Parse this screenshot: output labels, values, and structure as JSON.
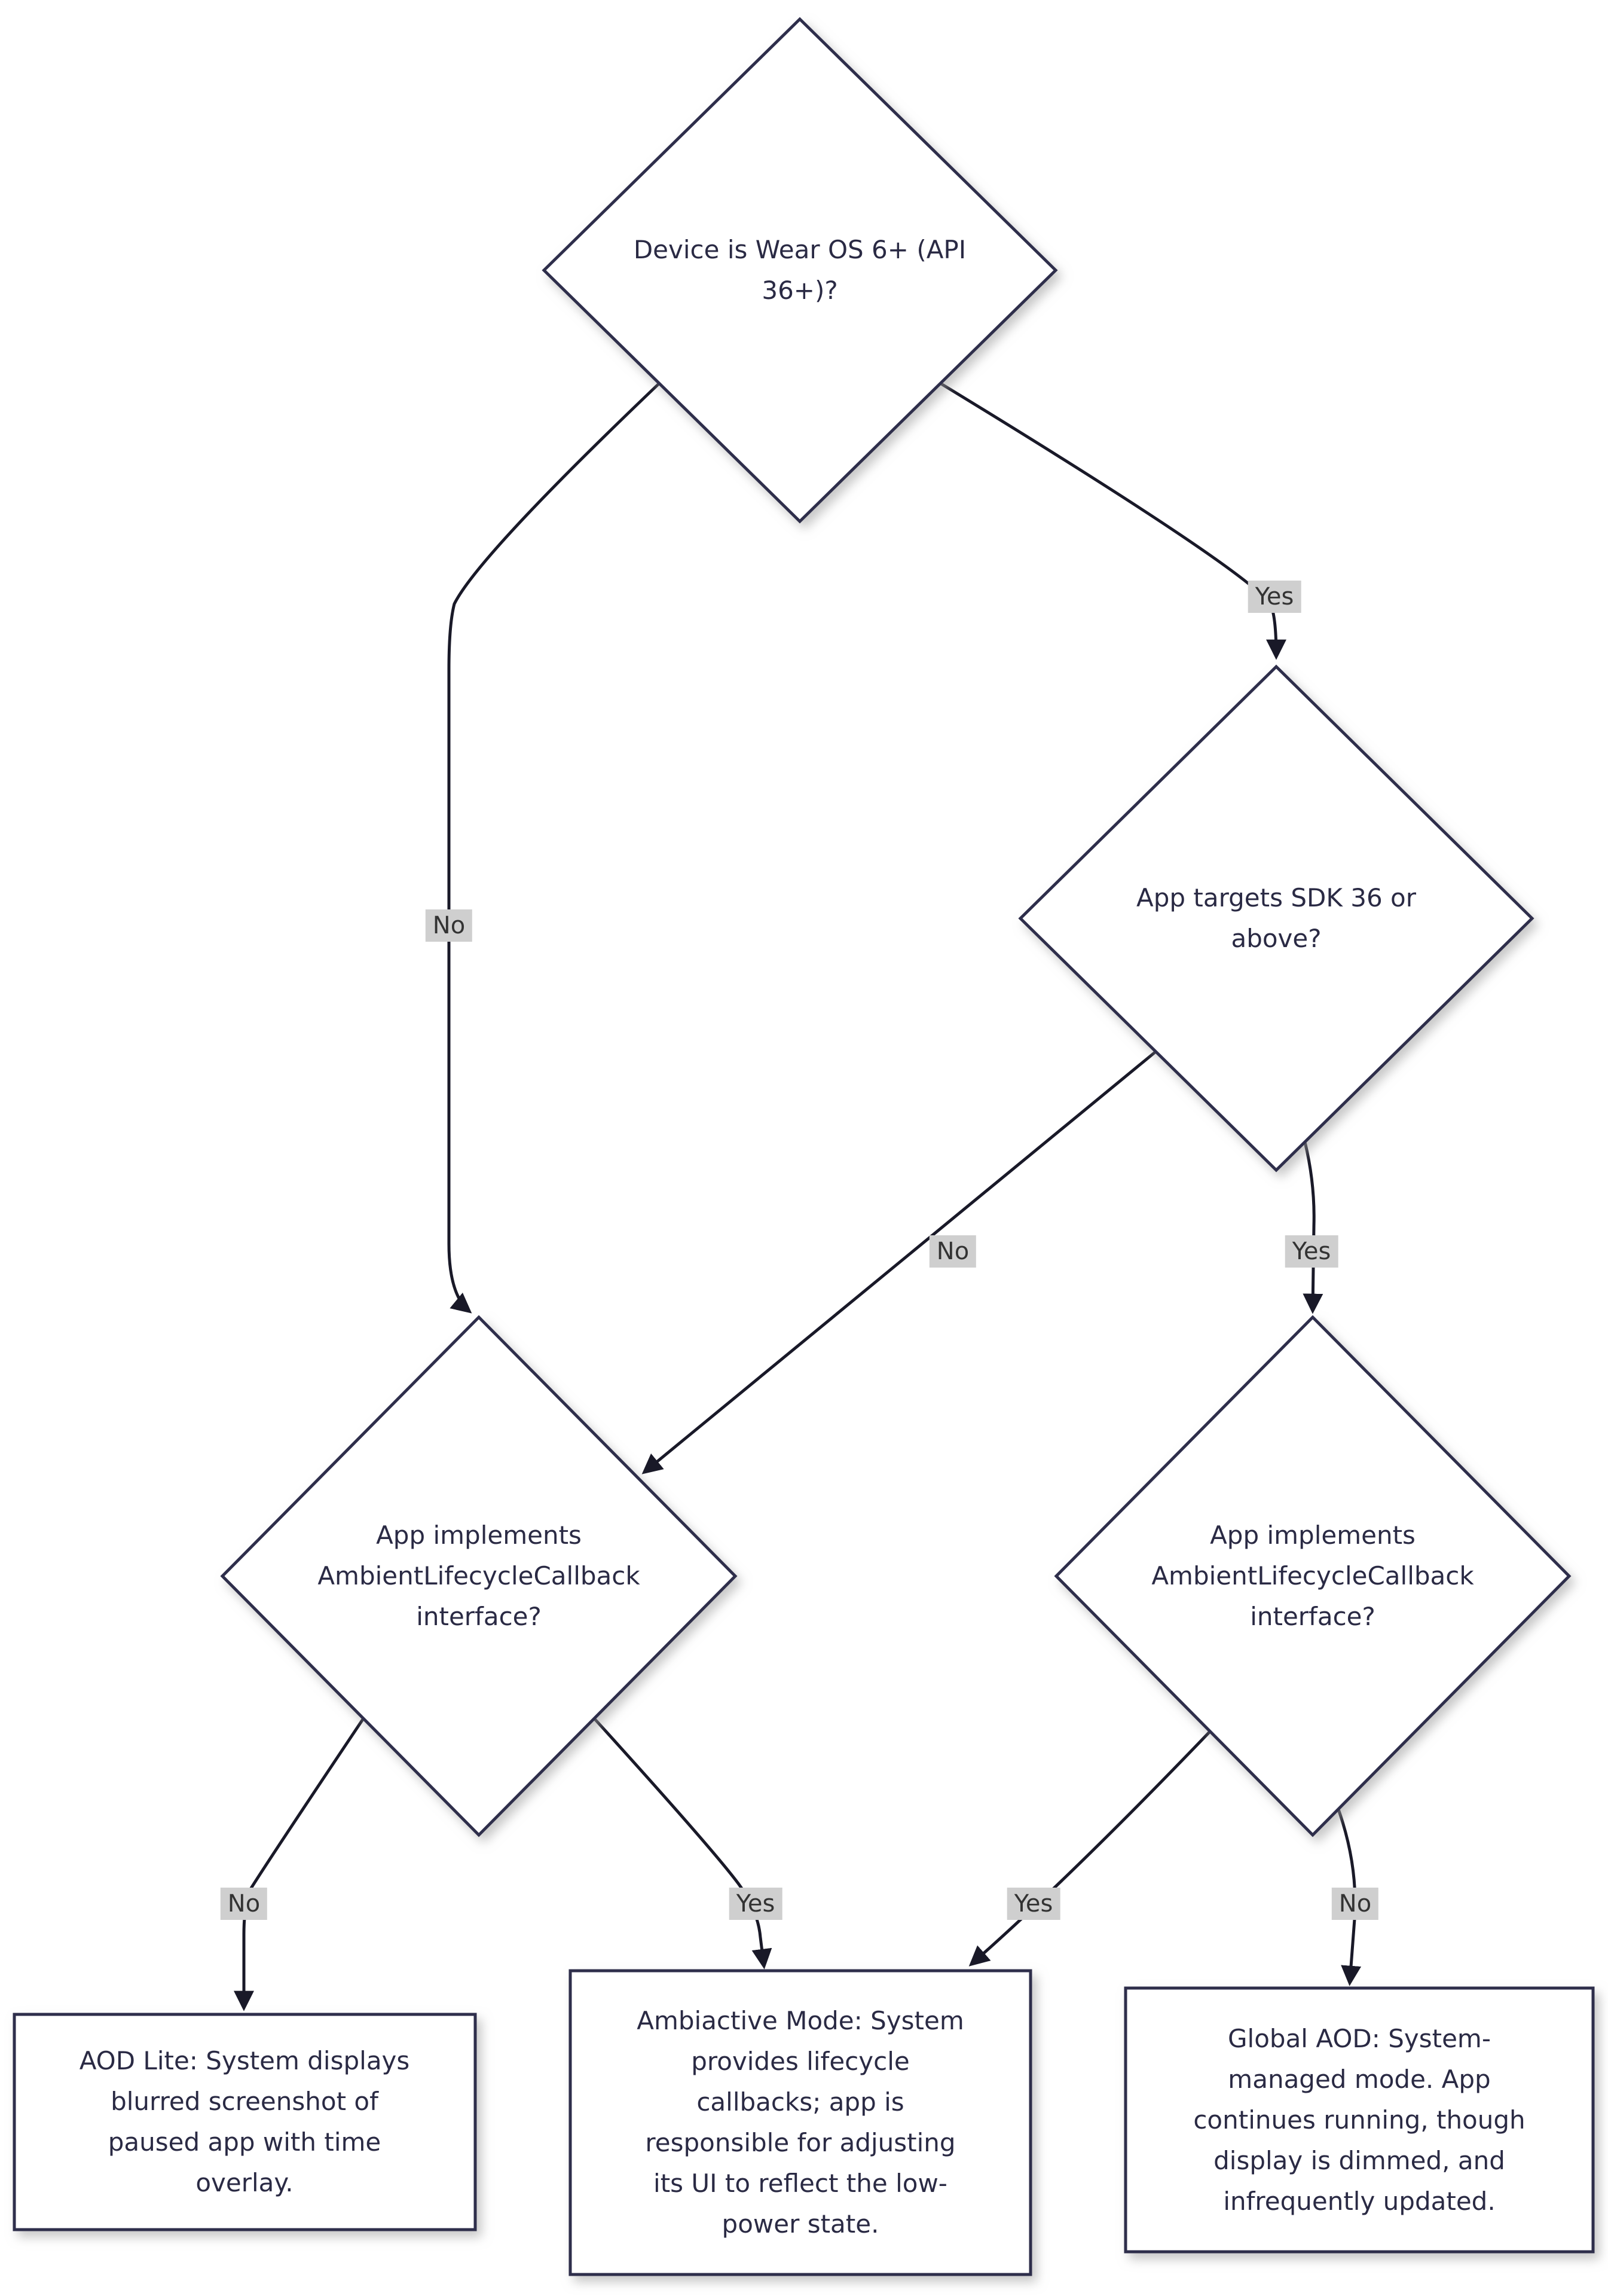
{
  "diagram": {
    "kind": "flowchart",
    "colors": {
      "node_border": "#2e2e4c",
      "node_fill": "#ffffff",
      "edge_line": "#191928",
      "edge_label_bg": "#cfcfcf",
      "text": "#2a2a44"
    },
    "nodes": {
      "d1": {
        "type": "decision",
        "label": "Device is Wear OS 6+ (API\n36+)?"
      },
      "d2": {
        "type": "decision",
        "label": "App targets SDK 36 or\nabove?"
      },
      "d3": {
        "type": "decision",
        "label": "App implements\nAmbientLifecycleCallback\ninterface?"
      },
      "d4": {
        "type": "decision",
        "label": "App implements\nAmbientLifecycleCallback\ninterface?"
      },
      "box_aod_lite": {
        "type": "result",
        "label": "AOD Lite: System displays\nblurred screenshot of\npaused app with time\noverlay."
      },
      "box_ambiactive": {
        "type": "result",
        "label": "Ambiactive Mode: System\nprovides lifecycle\ncallbacks; app is\nresponsible for adjusting\nits UI to reflect the low-\npower state."
      },
      "box_global_aod": {
        "type": "result",
        "label": "Global AOD: System-\nmanaged mode. App\ncontinues running, though\ndisplay is dimmed, and\ninfrequently updated."
      }
    },
    "edges": {
      "e1": {
        "from": "d1",
        "to": "d2",
        "label": "Yes"
      },
      "e2": {
        "from": "d1",
        "to": "d3",
        "label": "No"
      },
      "e3": {
        "from": "d2",
        "to": "d3",
        "label": "No"
      },
      "e4": {
        "from": "d2",
        "to": "d4",
        "label": "Yes"
      },
      "e5": {
        "from": "d3",
        "to": "box_aod_lite",
        "label": "No"
      },
      "e6": {
        "from": "d3",
        "to": "box_ambiactive",
        "label": "Yes"
      },
      "e7": {
        "from": "d4",
        "to": "box_ambiactive",
        "label": "Yes"
      },
      "e8": {
        "from": "d4",
        "to": "box_global_aod",
        "label": "No"
      }
    }
  }
}
